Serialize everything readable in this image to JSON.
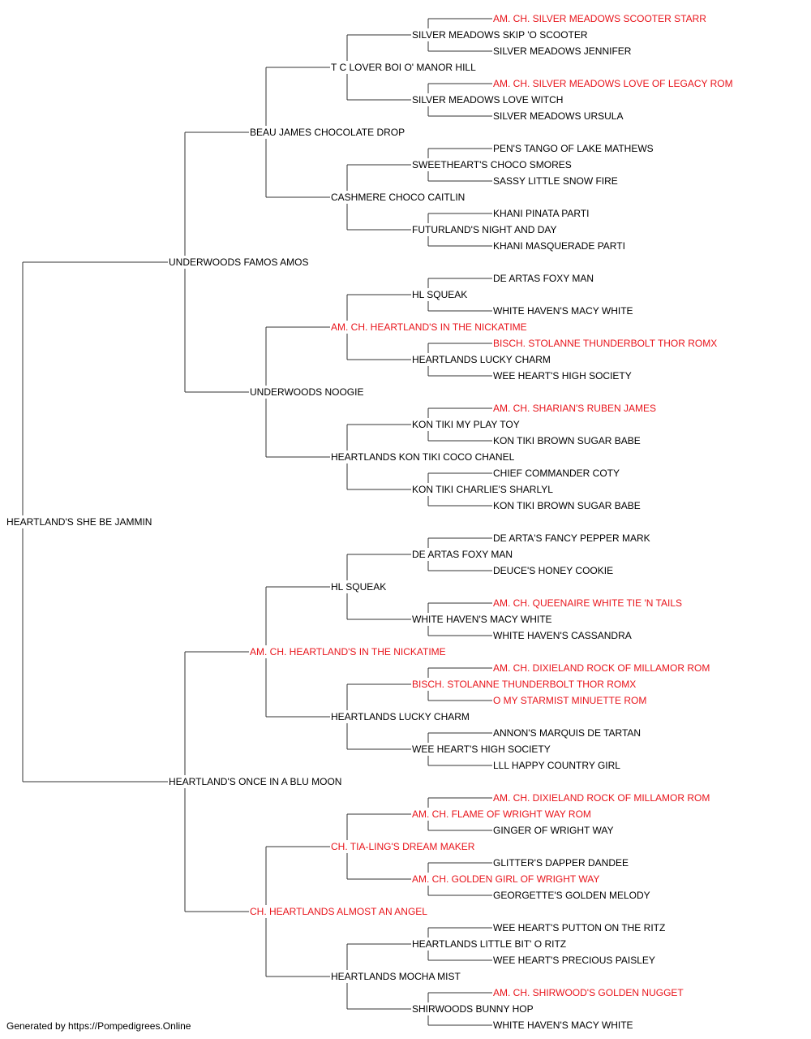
{
  "colors": {
    "champion": "#e8141b",
    "normal": "#000000",
    "line": "#333333"
  },
  "footer": {
    "text": "Generated by https://Pompedigrees.Online"
  },
  "pedigree": {
    "name": "HEARTLAND'S SHE BE JAMMIN",
    "champion": false,
    "sire": {
      "name": "UNDERWOODS FAMOS AMOS",
      "champion": false,
      "sire": {
        "name": "BEAU JAMES CHOCOLATE DROP",
        "champion": false,
        "sire": {
          "name": "T C LOVER BOI O' MANOR HILL",
          "champion": false,
          "sire": {
            "name": "SILVER MEADOWS SKIP 'O SCOOTER",
            "champion": false,
            "sire": {
              "name": "AM. CH. SILVER MEADOWS SCOOTER STARR",
              "champion": true
            },
            "dam": {
              "name": "SILVER MEADOWS JENNIFER",
              "champion": false
            }
          },
          "dam": {
            "name": "SILVER MEADOWS LOVE WITCH",
            "champion": false,
            "sire": {
              "name": "AM. CH. SILVER MEADOWS LOVE OF LEGACY ROM",
              "champion": true
            },
            "dam": {
              "name": "SILVER MEADOWS URSULA",
              "champion": false
            }
          }
        },
        "dam": {
          "name": "CASHMERE CHOCO CAITLIN",
          "champion": false,
          "sire": {
            "name": "SWEETHEART'S CHOCO SMORES",
            "champion": false,
            "sire": {
              "name": "PEN'S TANGO OF LAKE MATHEWS",
              "champion": false
            },
            "dam": {
              "name": "SASSY LITTLE SNOW FIRE",
              "champion": false
            }
          },
          "dam": {
            "name": "FUTURLAND'S NIGHT AND DAY",
            "champion": false,
            "sire": {
              "name": "KHANI PINATA PARTI",
              "champion": false
            },
            "dam": {
              "name": "KHANI MASQUERADE PARTI",
              "champion": false
            }
          }
        }
      },
      "dam": {
        "name": "UNDERWOODS NOOGIE",
        "champion": false,
        "sire": {
          "name": "AM. CH. HEARTLAND'S IN THE NICKATIME",
          "champion": true,
          "sire": {
            "name": "HL SQUEAK",
            "champion": false,
            "sire": {
              "name": "DE ARTAS FOXY MAN",
              "champion": false
            },
            "dam": {
              "name": "WHITE HAVEN'S MACY WHITE",
              "champion": false
            }
          },
          "dam": {
            "name": "HEARTLANDS LUCKY CHARM",
            "champion": false,
            "sire": {
              "name": "BISCH. STOLANNE THUNDERBOLT THOR ROMX",
              "champion": true
            },
            "dam": {
              "name": "WEE HEART'S HIGH SOCIETY",
              "champion": false
            }
          }
        },
        "dam": {
          "name": "HEARTLANDS KON TIKI COCO CHANEL",
          "champion": false,
          "sire": {
            "name": "KON TIKI MY PLAY TOY",
            "champion": false,
            "sire": {
              "name": "AM. CH. SHARIAN'S RUBEN JAMES",
              "champion": true
            },
            "dam": {
              "name": "KON TIKI BROWN SUGAR BABE",
              "champion": false
            }
          },
          "dam": {
            "name": "KON TIKI CHARLIE'S SHARLYL",
            "champion": false,
            "sire": {
              "name": "CHIEF COMMANDER COTY",
              "champion": false
            },
            "dam": {
              "name": "KON TIKI BROWN SUGAR BABE",
              "champion": false
            }
          }
        }
      }
    },
    "dam": {
      "name": "HEARTLAND'S ONCE IN A BLU MOON",
      "champion": false,
      "sire": {
        "name": "AM. CH. HEARTLAND'S IN THE NICKATIME",
        "champion": true,
        "sire": {
          "name": "HL SQUEAK",
          "champion": false,
          "sire": {
            "name": "DE ARTAS FOXY MAN",
            "champion": false,
            "sire": {
              "name": "DE ARTA'S FANCY PEPPER MARK",
              "champion": false
            },
            "dam": {
              "name": "DEUCE'S HONEY COOKIE",
              "champion": false
            }
          },
          "dam": {
            "name": "WHITE HAVEN'S MACY WHITE",
            "champion": false,
            "sire": {
              "name": "AM. CH. QUEENAIRE WHITE TIE 'N TAILS",
              "champion": true
            },
            "dam": {
              "name": "WHITE HAVEN'S CASSANDRA",
              "champion": false
            }
          }
        },
        "dam": {
          "name": "HEARTLANDS LUCKY CHARM",
          "champion": false,
          "sire": {
            "name": "BISCH. STOLANNE THUNDERBOLT THOR ROMX",
            "champion": true,
            "sire": {
              "name": "AM. CH. DIXIELAND ROCK OF MILLAMOR ROM",
              "champion": true
            },
            "dam": {
              "name": "O MY STARMIST MINUETTE ROM",
              "champion": true
            }
          },
          "dam": {
            "name": "WEE HEART'S HIGH SOCIETY",
            "champion": false,
            "sire": {
              "name": "ANNON'S MARQUIS DE TARTAN",
              "champion": false
            },
            "dam": {
              "name": "LLL HAPPY COUNTRY GIRL",
              "champion": false
            }
          }
        }
      },
      "dam": {
        "name": "CH. HEARTLANDS ALMOST AN ANGEL",
        "champion": true,
        "sire": {
          "name": "CH. TIA-LING'S DREAM MAKER",
          "champion": true,
          "sire": {
            "name": "AM. CH. FLAME OF WRIGHT WAY ROM",
            "champion": true,
            "sire": {
              "name": "AM. CH. DIXIELAND ROCK OF MILLAMOR ROM",
              "champion": true
            },
            "dam": {
              "name": "GINGER OF WRIGHT WAY",
              "champion": false
            }
          },
          "dam": {
            "name": "AM. CH. GOLDEN GIRL OF WRIGHT WAY",
            "champion": true,
            "sire": {
              "name": "GLITTER'S DAPPER DANDEE",
              "champion": false
            },
            "dam": {
              "name": "GEORGETTE'S GOLDEN MELODY",
              "champion": false
            }
          }
        },
        "dam": {
          "name": "HEARTLANDS MOCHA MIST",
          "champion": false,
          "sire": {
            "name": "HEARTLANDS LITTLE BIT' O RITZ",
            "champion": false,
            "sire": {
              "name": "WEE HEART'S PUTTON ON THE RITZ",
              "champion": false
            },
            "dam": {
              "name": "WEE HEART'S PRECIOUS PAISLEY",
              "champion": false
            }
          },
          "dam": {
            "name": "SHIRWOODS BUNNY HOP",
            "champion": false,
            "sire": {
              "name": "AM. CH. SHIRWOOD'S GOLDEN NUGGET",
              "champion": true
            },
            "dam": {
              "name": "WHITE HAVEN'S MACY WHITE",
              "champion": false
            }
          }
        }
      }
    }
  }
}
